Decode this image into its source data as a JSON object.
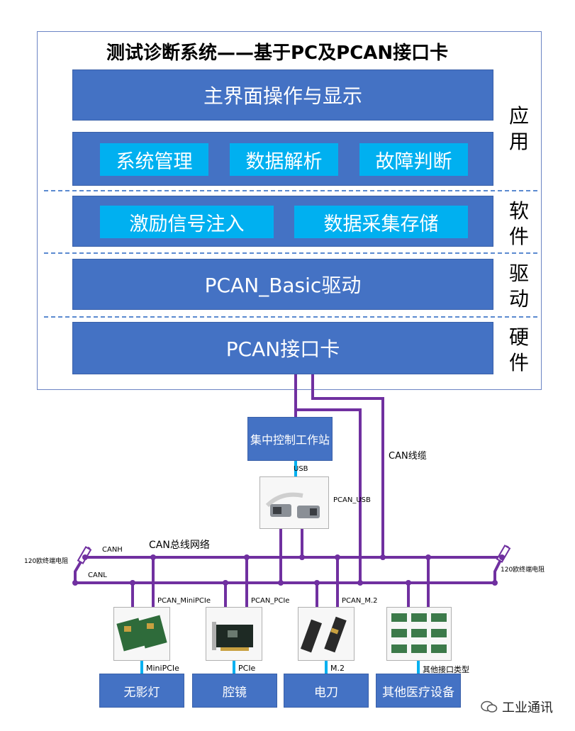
{
  "title": "测试诊断系统——基于PC及PCAN接口卡",
  "layers": {
    "main_ui": "主界面操作与显示",
    "app_items": [
      "系统管理",
      "数据解析",
      "故障判断"
    ],
    "sw_items": [
      "激励信号注入",
      "数据采集存储"
    ],
    "driver": "PCAN_Basic驱动",
    "hardware": "PCAN接口卡"
  },
  "side_labels": {
    "app": [
      "应",
      "用"
    ],
    "software": [
      "软",
      "件"
    ],
    "driver": [
      "驱",
      "动"
    ],
    "hardware": [
      "硬",
      "件"
    ]
  },
  "network": {
    "workstation": "集中控制工作站",
    "usb_label": "USB",
    "pcan_usb": "PCAN_USB",
    "can_cable": "CAN线缆",
    "can_bus": "CAN总线网络",
    "canh": "CANH",
    "canl": "CANL",
    "terminator_left": "120欧终端电阻",
    "terminator_right": "120欧终端电阻",
    "card_labels": [
      "PCAN_MiniPCIe",
      "PCAN_PCIe",
      "PCAN_M.2"
    ],
    "interface_labels": [
      "MiniPCIe",
      "PCIe",
      "M.2",
      "其他接口类型"
    ],
    "devices": [
      "无影灯",
      "腔镜",
      "电刀",
      "其他医疗设备"
    ]
  },
  "watermark": "工业通讯",
  "colors": {
    "band": "#4472c4",
    "sub": "#00b0f0",
    "wire": "#7030a0",
    "dash": "#5b8ad0"
  }
}
